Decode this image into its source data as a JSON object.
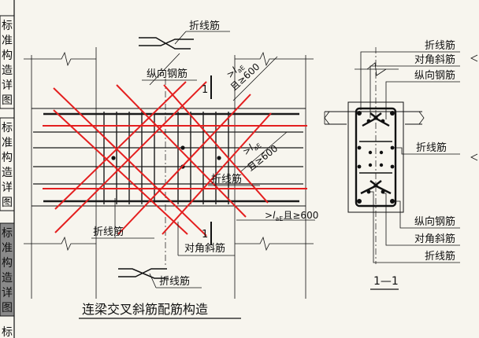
{
  "sidebar": {
    "tabs": [
      {
        "chars": [
          "标",
          "准",
          "构",
          "造",
          "详",
          "图"
        ],
        "active": false
      },
      {
        "chars": [
          "标",
          "准",
          "构",
          "造",
          "详",
          "图"
        ],
        "active": false
      },
      {
        "chars": [
          "标",
          "准",
          "构",
          "造",
          "详",
          "图"
        ],
        "active": true
      }
    ],
    "bottom_char": "标"
  },
  "elevation": {
    "labels": {
      "zhexian_top": "折线筋",
      "zongxiang": "纵向钢筋",
      "zhexian_mid": "折线筋",
      "zhexian_bottom_left": "折线筋",
      "duijiao": "对角斜筋",
      "zhexian_bottom": "折线筋",
      "cut_mark": "1"
    },
    "dims": {
      "d1_var": "l",
      "d1_sub": "aE",
      "d1_rest": "且≥600",
      "d2_var": "l",
      "d2_sub": "aE",
      "d2_rest": "且≥600",
      "d3_var": "l",
      "d3_sub": "aE",
      "d3_rest": "且≥600"
    },
    "title": "连梁交叉斜筋配筋构造"
  },
  "section": {
    "labels_top": [
      "折线筋",
      "对角斜筋",
      "纵向钢筋"
    ],
    "label_mid": "折线筋",
    "labels_bottom": [
      "纵向钢筋",
      "对角斜筋",
      "折线筋"
    ],
    "title": "1—1"
  },
  "colors": {
    "diagonal": "#e41f1f",
    "line": "#1a1a1a",
    "paper": "#f7f5ee",
    "sidebar_active": "#8a8a8a"
  }
}
